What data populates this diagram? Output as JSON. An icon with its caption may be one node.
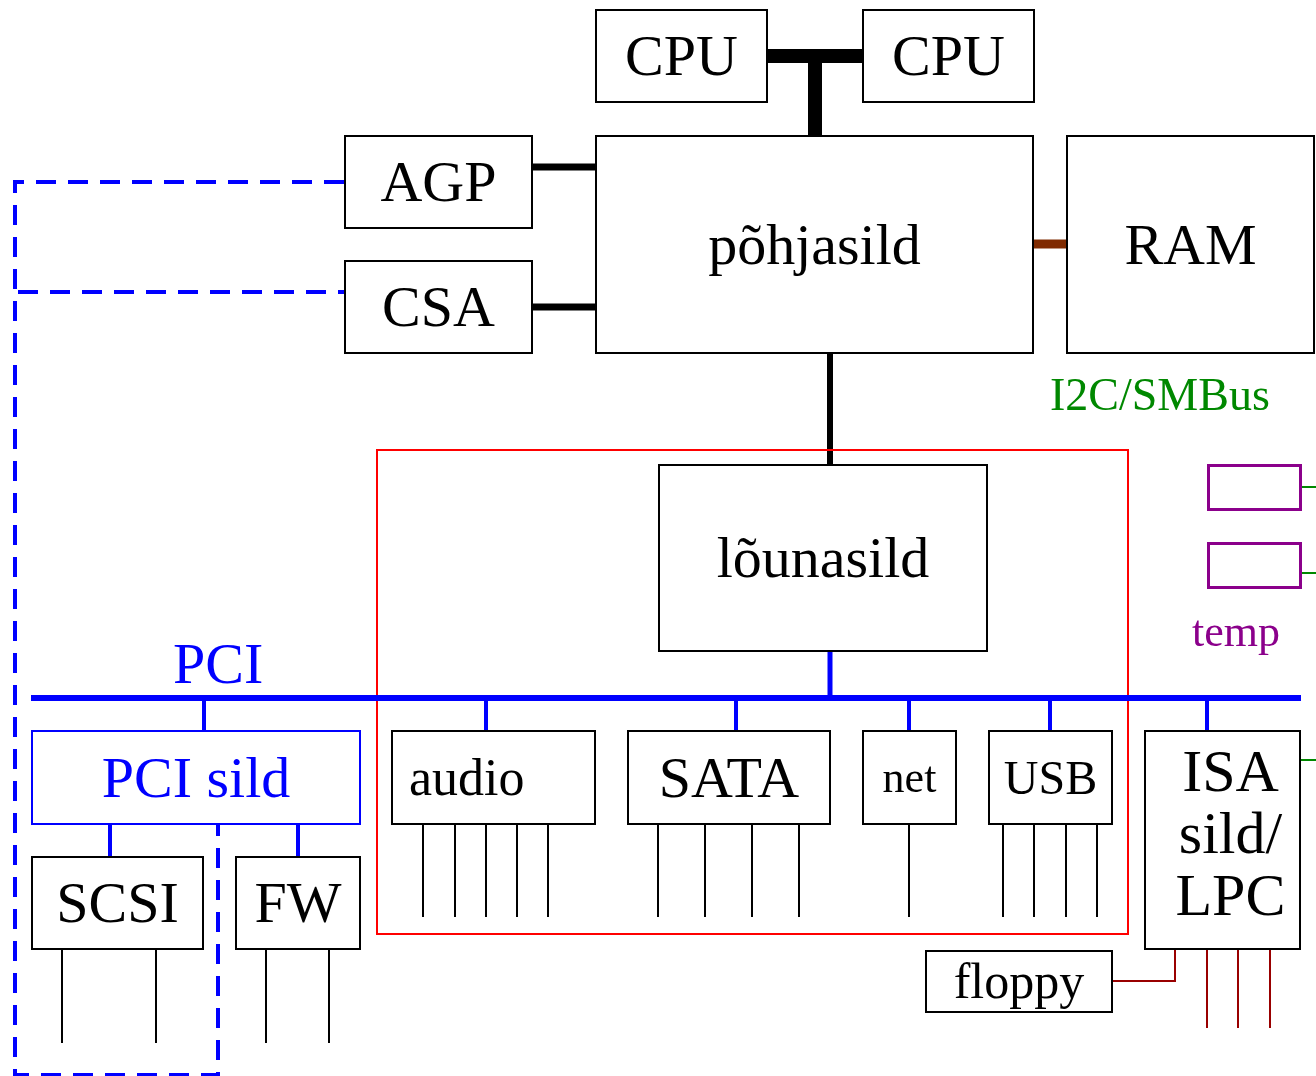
{
  "diagram": {
    "nodes": [
      {
        "text": [
          "CPU"
        ]
      },
      {
        "text": [
          "CPU"
        ]
      },
      {
        "text": [
          "AGP"
        ]
      },
      {
        "text": [
          "põhjasild"
        ]
      },
      {
        "text": [
          "RAM"
        ]
      },
      {
        "text": [
          "CSA"
        ]
      },
      {
        "text": [],
        "shape": "box"
      },
      {
        "text": [
          "lõunasild"
        ],
        "in": 6
      },
      {
        "text": [
          "audio"
        ],
        "in": 6
      },
      {
        "text": [
          "SATA"
        ],
        "in": 6
      },
      {
        "text": [
          "net"
        ],
        "in": 6
      },
      {
        "text": [
          "USB"
        ],
        "in": 6
      },
      {
        "text": [
          "PCI sild"
        ]
      },
      {
        "text": [
          "SCSI"
        ]
      },
      {
        "text": [
          "FW"
        ]
      },
      {
        "text": [
          "ISA sild/ LPC"
        ]
      },
      {
        "text": [
          "floppy"
        ]
      },
      {
        "text": [],
        "shape": "box"
      },
      {
        "text": [],
        "shape": "box"
      },
      {
        "text": [],
        "shape": "bar",
        "beside": [
          "PCI"
        ]
      }
    ],
    "edges": [
      {
        "from": 0,
        "to": 3,
        "arrow": "none",
        "style": "thick"
      },
      {
        "from": 1,
        "to": 3,
        "arrow": "none",
        "style": "thick"
      },
      {
        "from": 2,
        "to": 3,
        "arrow": "none",
        "style": "thick"
      },
      {
        "from": 5,
        "to": 3,
        "arrow": "none",
        "style": "thick"
      },
      {
        "from": 4,
        "to": 3,
        "arrow": "none",
        "style": "thick",
        "color": "#7f2a00"
      },
      {
        "from": 3,
        "to": 7,
        "arrow": "none",
        "style": "thick"
      },
      {
        "from": 7,
        "to": 19,
        "arrow": "none",
        "style": "thick",
        "color": "#0000ff"
      },
      {
        "from": 19,
        "to": 12,
        "arrow": "none",
        "style": "thick",
        "color": "#0000ff"
      },
      {
        "from": 19,
        "to": 8,
        "arrow": "none",
        "style": "thick",
        "color": "#0000ff"
      },
      {
        "from": 19,
        "to": 9,
        "arrow": "none",
        "style": "thick",
        "color": "#0000ff"
      },
      {
        "from": 19,
        "to": 10,
        "arrow": "none",
        "style": "thick",
        "color": "#0000ff"
      },
      {
        "from": 19,
        "to": 11,
        "arrow": "none",
        "style": "thick",
        "color": "#0000ff"
      },
      {
        "from": 19,
        "to": 15,
        "arrow": "none",
        "style": "thick",
        "color": "#0000ff"
      },
      {
        "from": 12,
        "to": 13,
        "arrow": "none",
        "style": "thick",
        "color": "#0000ff"
      },
      {
        "from": 12,
        "to": 14,
        "arrow": "none",
        "style": "thick",
        "color": "#0000ff"
      },
      {
        "from": 2,
        "to": 12,
        "arrow": "none",
        "style": "dashed",
        "color": "#0000ff"
      },
      {
        "from": 5,
        "to": 12,
        "arrow": "none",
        "style": "dashed",
        "color": "#0000ff"
      },
      {
        "from": 16,
        "to": 15,
        "arrow": "none",
        "color": "#990000"
      },
      {
        "from": 17,
        "to": null,
        "arrow": "none",
        "color": "#008800"
      },
      {
        "from": 18,
        "to": null,
        "arrow": "none",
        "color": "#008800"
      },
      {
        "from": 15,
        "to": null,
        "arrow": "none",
        "color": "#008800"
      },
      {
        "from": 8,
        "to": null,
        "arrow": "none"
      },
      {
        "from": 8,
        "to": null,
        "arrow": "none"
      },
      {
        "from": 8,
        "to": null,
        "arrow": "none"
      },
      {
        "from": 8,
        "to": null,
        "arrow": "none"
      },
      {
        "from": 8,
        "to": null,
        "arrow": "none"
      },
      {
        "from": 9,
        "to": null,
        "arrow": "none"
      },
      {
        "from": 9,
        "to": null,
        "arrow": "none"
      },
      {
        "from": 9,
        "to": null,
        "arrow": "none"
      },
      {
        "from": 9,
        "to": null,
        "arrow": "none"
      },
      {
        "from": 10,
        "to": null,
        "arrow": "none"
      },
      {
        "from": 11,
        "to": null,
        "arrow": "none"
      },
      {
        "from": 11,
        "to": null,
        "arrow": "none"
      },
      {
        "from": 11,
        "to": null,
        "arrow": "none"
      },
      {
        "from": 11,
        "to": null,
        "arrow": "none"
      },
      {
        "from": 13,
        "to": null,
        "arrow": "none"
      },
      {
        "from": 13,
        "to": null,
        "arrow": "none"
      },
      {
        "from": 14,
        "to": null,
        "arrow": "none"
      },
      {
        "from": 14,
        "to": null,
        "arrow": "none"
      },
      {
        "from": 15,
        "to": null,
        "arrow": "none",
        "color": "#990000"
      },
      {
        "from": 15,
        "to": null,
        "arrow": "none",
        "color": "#990000"
      },
      {
        "from": 15,
        "to": null,
        "arrow": "none",
        "color": "#990000"
      }
    ],
    "labels": [
      "I2C/SMBus",
      "temp"
    ]
  }
}
